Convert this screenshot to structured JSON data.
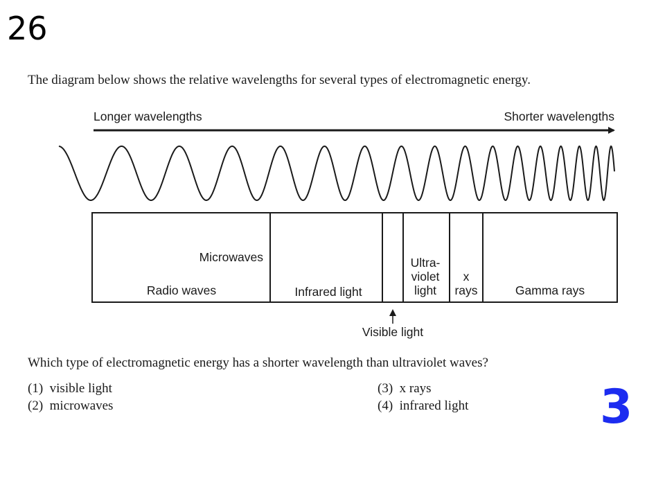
{
  "question_number": "26",
  "intro": "The diagram below shows the relative wavelengths for several types of electromagnetic energy.",
  "arrow": {
    "left_label": "Longer wavelengths",
    "right_label": "Shorter wavelengths"
  },
  "bands": {
    "radio": "Radio waves",
    "microwaves": "Microwaves",
    "infrared": "Infrared light",
    "visible_pointer": "Visible light",
    "ultraviolet_lines": [
      "Ultra-",
      "violet",
      "light"
    ],
    "xrays_lines": [
      "x",
      "rays"
    ],
    "gamma": "Gamma rays"
  },
  "question": "Which type of electromagnetic energy has a shorter wavelength than ultraviolet waves?",
  "options": [
    {
      "number": "(1)",
      "text": "visible light"
    },
    {
      "number": "(2)",
      "text": "microwaves"
    },
    {
      "number": "(3)",
      "text": "x rays"
    },
    {
      "number": "(4)",
      "text": "infrared light"
    }
  ],
  "answer": "3"
}
